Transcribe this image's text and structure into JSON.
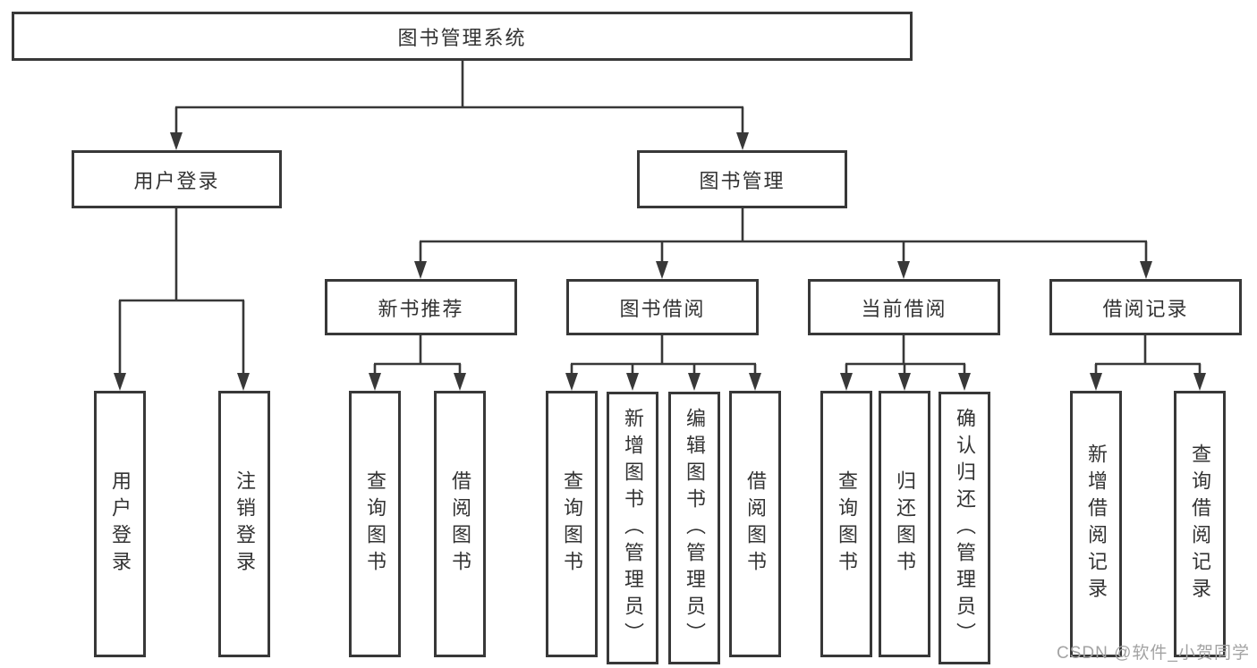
{
  "watermark": "CSDN @软件_小贺同学",
  "tree": {
    "root": {
      "label": "图书管理系统"
    },
    "branches": [
      {
        "label": "用户登录",
        "children": [
          {
            "label": "用户登录"
          },
          {
            "label": "注销登录"
          }
        ]
      },
      {
        "label": "图书管理",
        "sections": [
          {
            "label": "新书推荐",
            "children": [
              {
                "label": "查询图书"
              },
              {
                "label": "借阅图书"
              }
            ]
          },
          {
            "label": "图书借阅",
            "children": [
              {
                "label": "查询图书"
              },
              {
                "label": "新增图书（管理员）"
              },
              {
                "label": "编辑图书（管理员）"
              },
              {
                "label": "借阅图书"
              }
            ]
          },
          {
            "label": "当前借阅",
            "children": [
              {
                "label": "查询图书"
              },
              {
                "label": "归还图书"
              },
              {
                "label": "确认归还（管理员）"
              }
            ]
          },
          {
            "label": "借阅记录",
            "children": [
              {
                "label": "新增借阅记录"
              },
              {
                "label": "查询借阅记录"
              }
            ]
          }
        ]
      }
    ]
  }
}
